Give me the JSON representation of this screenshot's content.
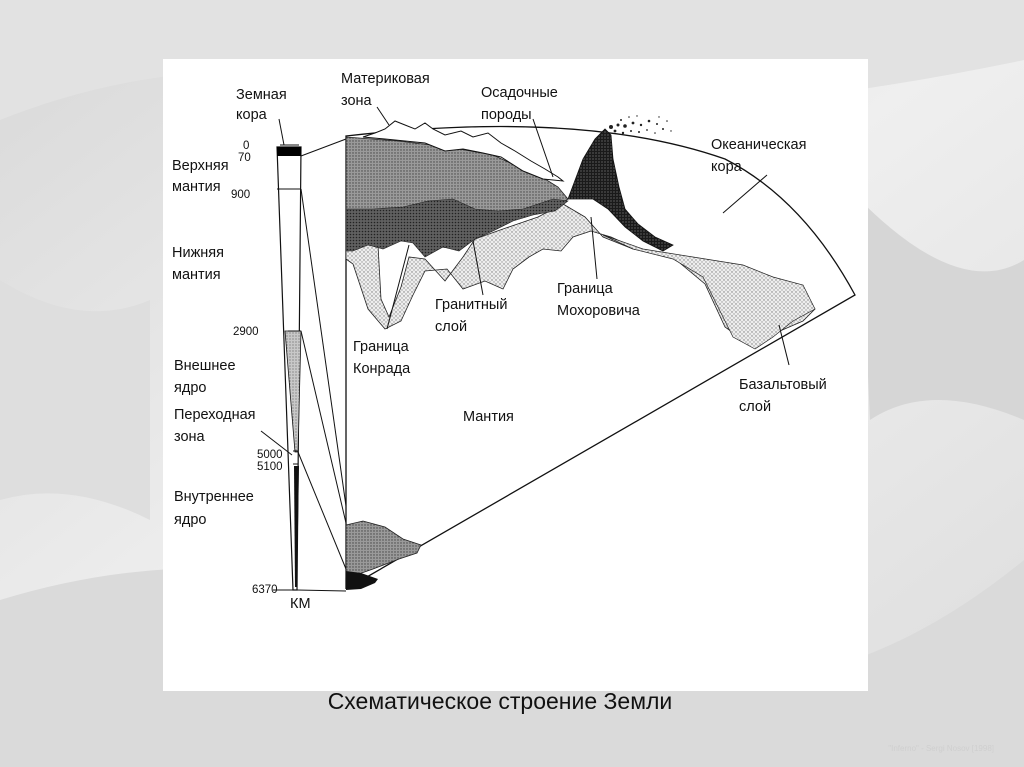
{
  "slide": {
    "caption": "Схематическое строение Земли",
    "watermark": "\"Inferno\" - Sergi Nosov [1998]"
  },
  "column": {
    "title_line1": "Земная",
    "title_line2": "кора",
    "layers": [
      {
        "line1": "Верхняя",
        "line2": "мантия"
      },
      {
        "line1": "Нижняя",
        "line2": "мантия"
      },
      {
        "line1": "Внешнее",
        "line2": "ядро"
      },
      {
        "line1": "Переходная",
        "line2": "зона"
      },
      {
        "line1": "Внутреннее",
        "line2": "ядро"
      }
    ],
    "depths": [
      "0",
      "70",
      "900",
      "2900",
      "5000",
      "5100",
      "6370"
    ],
    "unit": "КМ"
  },
  "section": {
    "labels": [
      {
        "line1": "Материковая",
        "line2": "зона"
      },
      {
        "line1": "Осадочные",
        "line2": "породы"
      },
      {
        "line1": "Океаническая",
        "line2": "кора"
      },
      {
        "line1": "Гранитный",
        "line2": "слой"
      },
      {
        "line1": "Граница",
        "line2": "Мохоровича"
      },
      {
        "line1": "Граница",
        "line2": "Конрада"
      },
      {
        "line1": "Базальтовый",
        "line2": "слой"
      },
      {
        "line1": "Мантия",
        "line2": ""
      }
    ]
  },
  "colors": {
    "background": "#e9e9e9",
    "panel": "#ffffff",
    "ink": "#111111"
  }
}
